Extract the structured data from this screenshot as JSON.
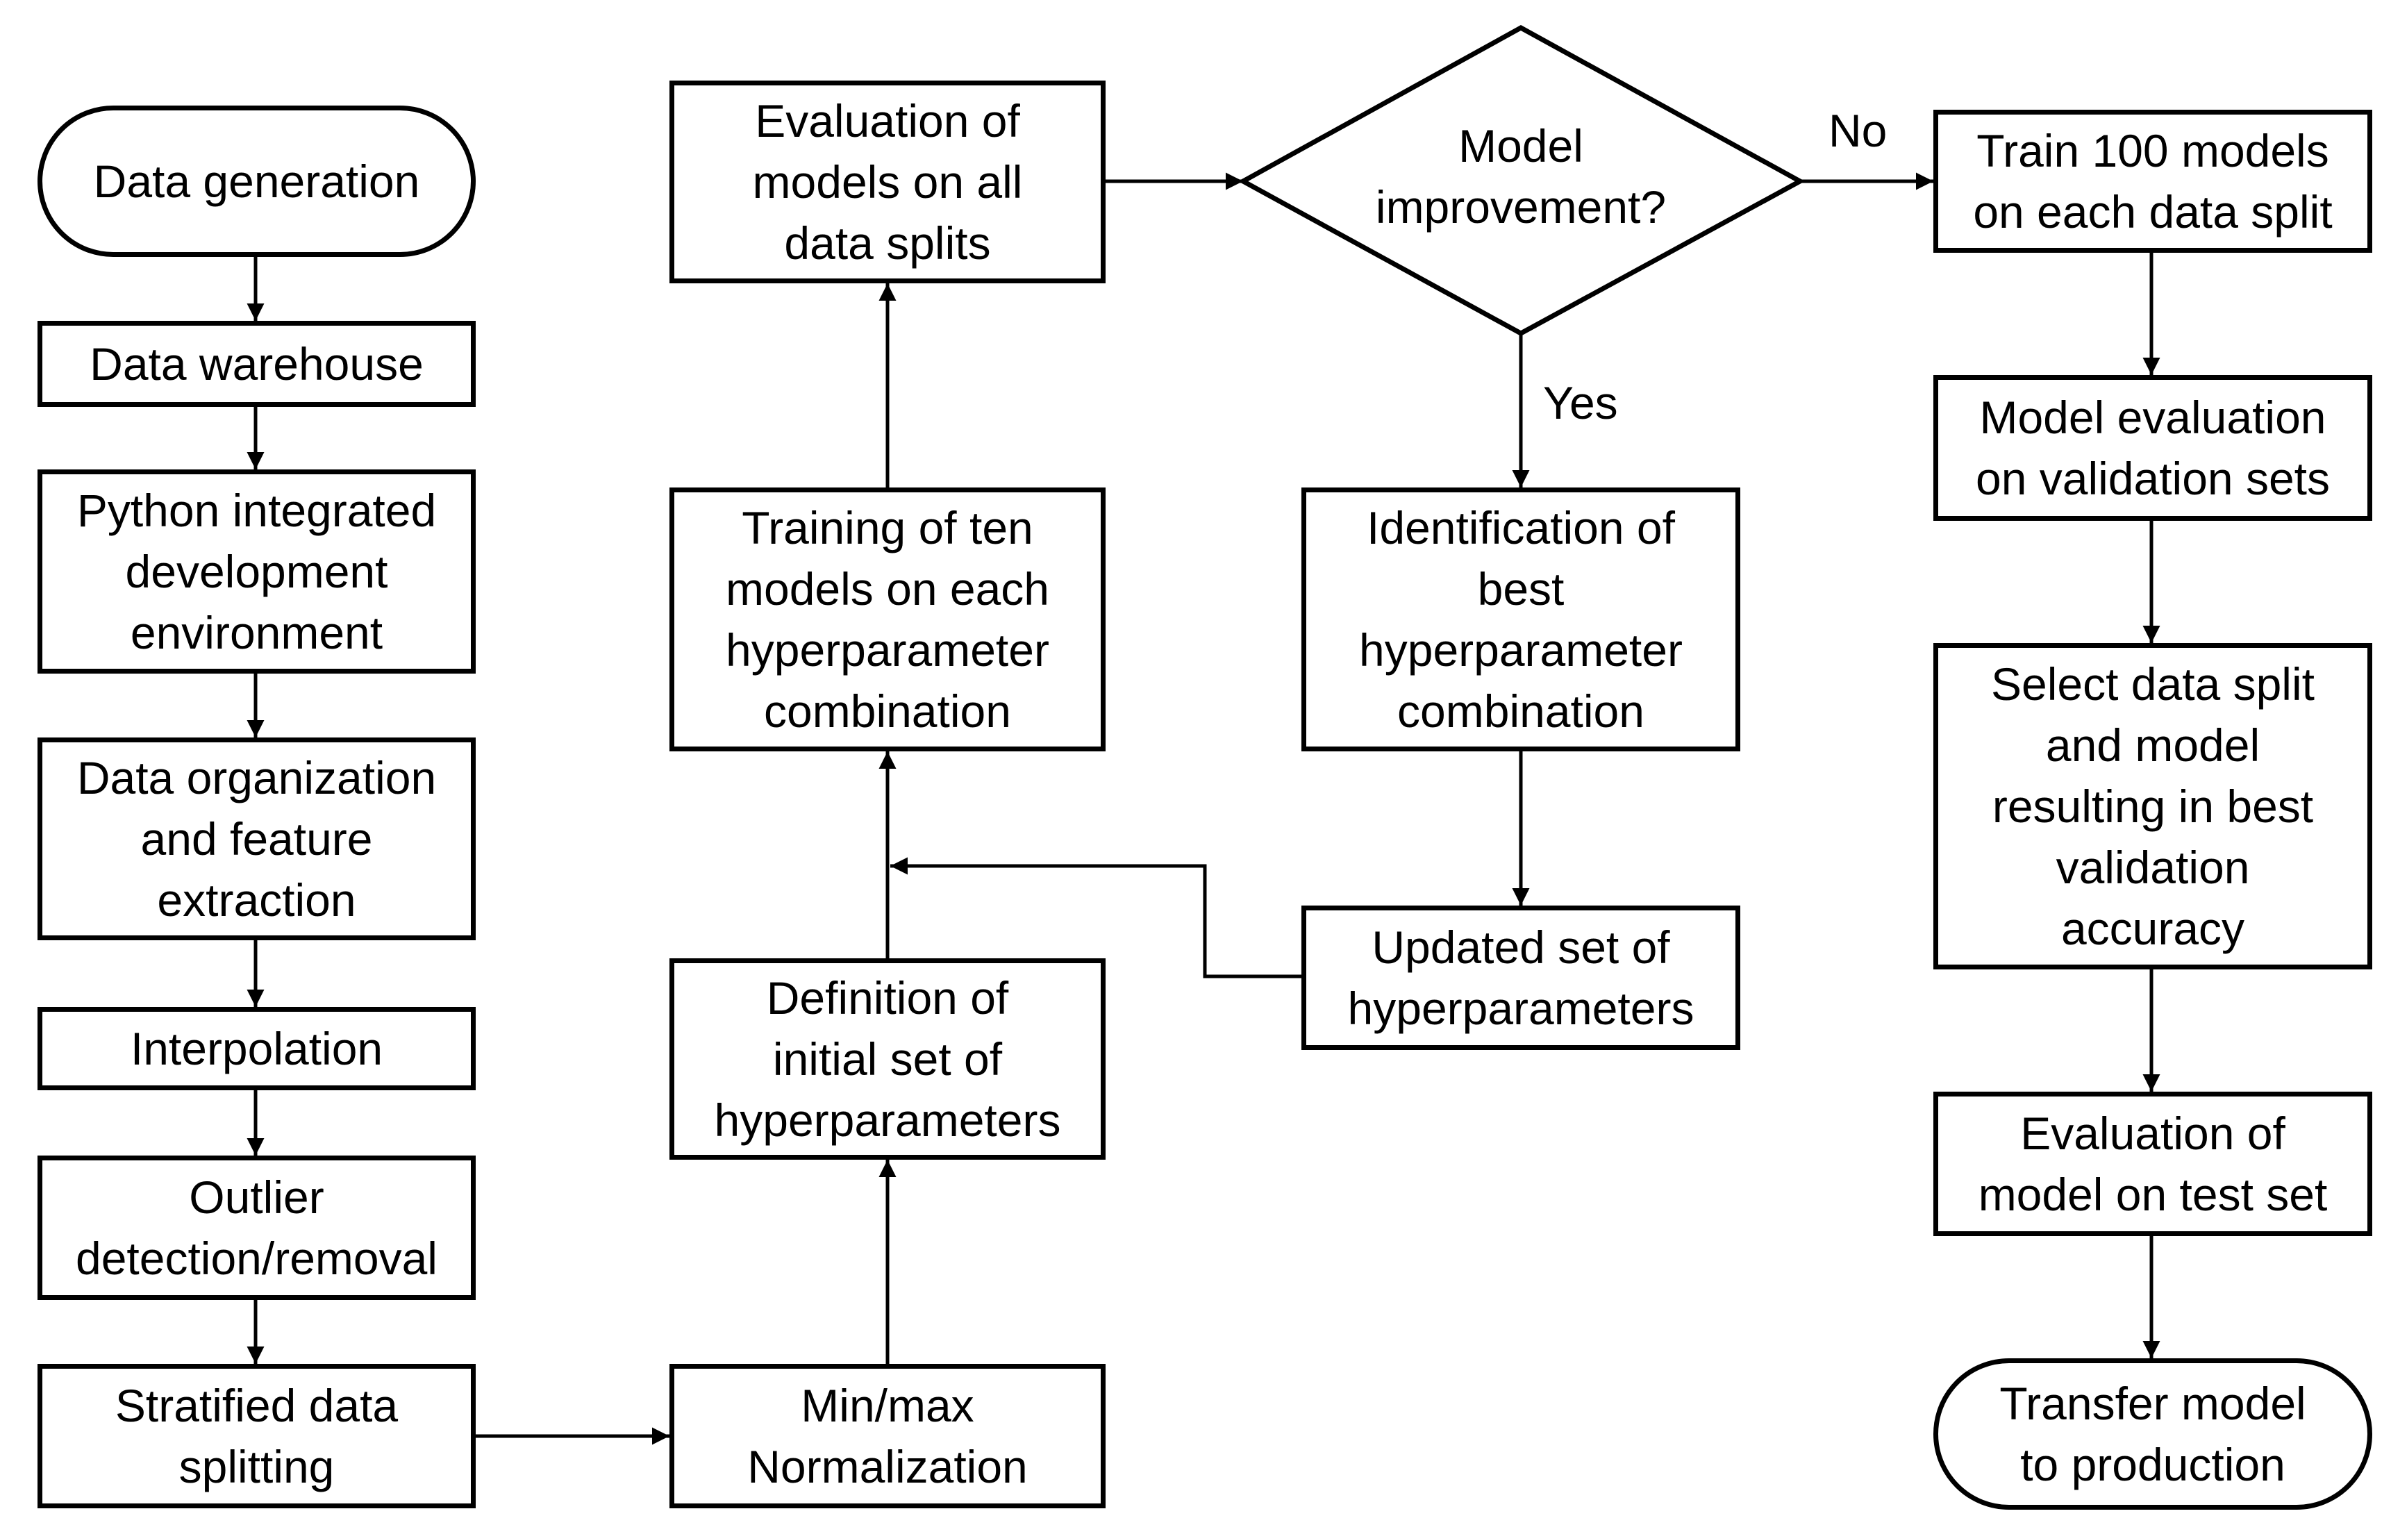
{
  "diagram": {
    "nodes": {
      "data_generation": "Data generation",
      "data_warehouse": "Data warehouse",
      "python_ide": "Python integrated\ndevelopment\nenvironment",
      "data_organization": "Data organization\nand feature\nextraction",
      "interpolation": "Interpolation",
      "outlier": "Outlier\ndetection/removal",
      "stratified": "Stratified data\nsplitting",
      "minmax": "Min/max\nNormalization",
      "definition_initial": "Definition of\ninitial set of\nhyperparameters",
      "training_ten": "Training of ten\nmodels on each\nhyperparameter\ncombination",
      "evaluation_all": "Evaluation of\nmodels on all\ndata splits",
      "model_improvement": "Model\nimprovement?",
      "identification_best": "Identification of\nbest\nhyperparameter\ncombination",
      "updated_set": "Updated set of\nhyperparameters",
      "train_100": "Train 100 models\non each data split",
      "model_eval_validation": "Model evaluation\non validation sets",
      "select_split": "Select data split\nand model\nresulting in best\nvalidation\naccuracy",
      "evaluation_test": "Evaluation of\nmodel on test set",
      "transfer_production": "Transfer model\nto production"
    },
    "edge_labels": {
      "no": "No",
      "yes": "Yes"
    }
  }
}
